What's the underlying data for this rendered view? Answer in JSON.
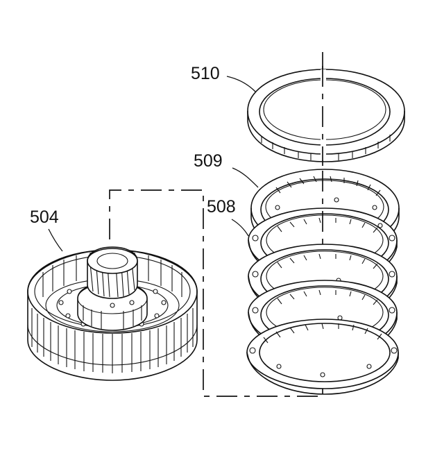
{
  "diagram": {
    "callouts": [
      {
        "id": "510",
        "label": "510"
      },
      {
        "id": "509",
        "label": "509"
      },
      {
        "id": "508",
        "label": "508"
      },
      {
        "id": "504",
        "label": "504"
      }
    ],
    "colors": {
      "ink": "#111111",
      "paper": "#ffffff"
    }
  }
}
